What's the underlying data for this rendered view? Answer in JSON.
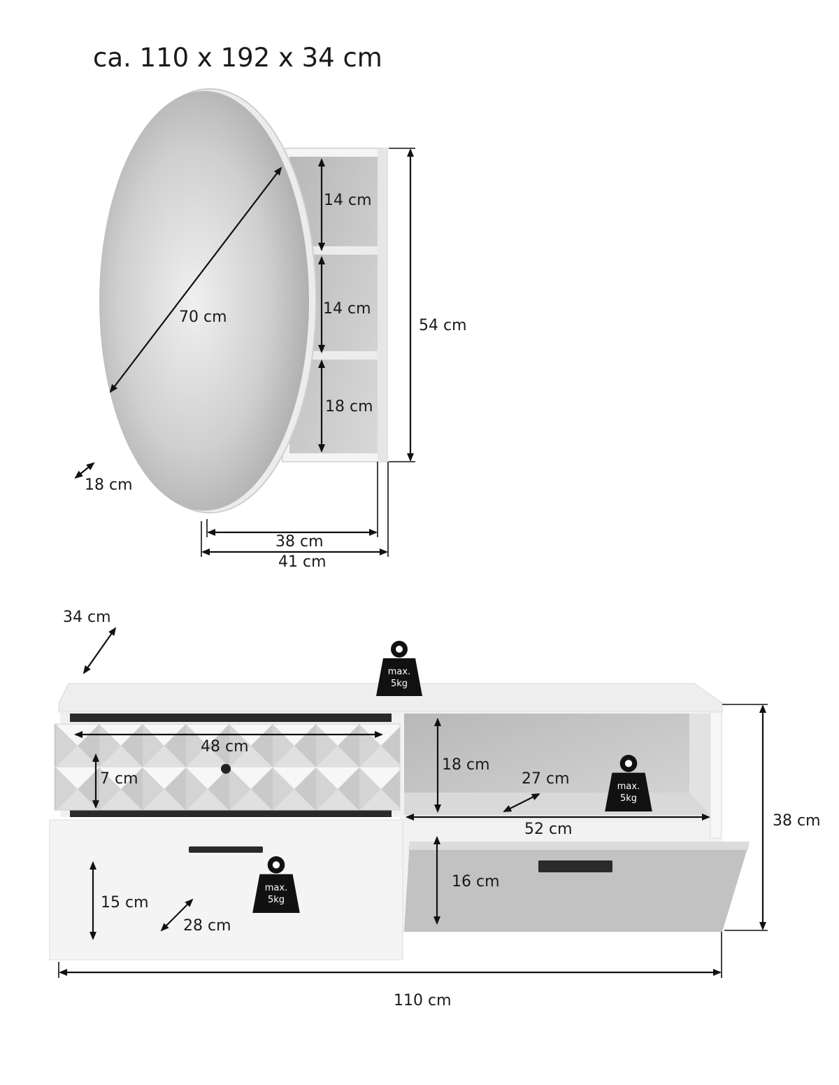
{
  "title": "ca. 110 x 192 x 34 cm",
  "mirror_cabinet": {
    "diameter": "70 cm",
    "depth": "18 cm",
    "shelf_top": "14 cm",
    "shelf_middle": "14 cm",
    "shelf_bottom": "18 cm",
    "height": "54 cm",
    "inner_width": "38 cm",
    "outer_width": "41 cm"
  },
  "vanity": {
    "depth": "34 cm",
    "drawer_width": "48 cm",
    "drawer_height": "7 cm",
    "shelf_height": "18 cm",
    "shelf_depth": "27 cm",
    "shelf_width": "52 cm",
    "total_height": "38 cm",
    "lower_drawer_height": "15 cm",
    "lower_drawer_depth": "28 cm",
    "flap_height": "16 cm",
    "total_width": "110 cm"
  },
  "weights": [
    {
      "line1": "max.",
      "line2": "5kg"
    },
    {
      "line1": "max.",
      "line2": "5kg"
    },
    {
      "line1": "max.",
      "line2": "5kg"
    }
  ],
  "colors": {
    "line": "#111111",
    "cabinet": "#f2f2f2",
    "interior": "#c8c8c8",
    "weight": "#111111"
  }
}
